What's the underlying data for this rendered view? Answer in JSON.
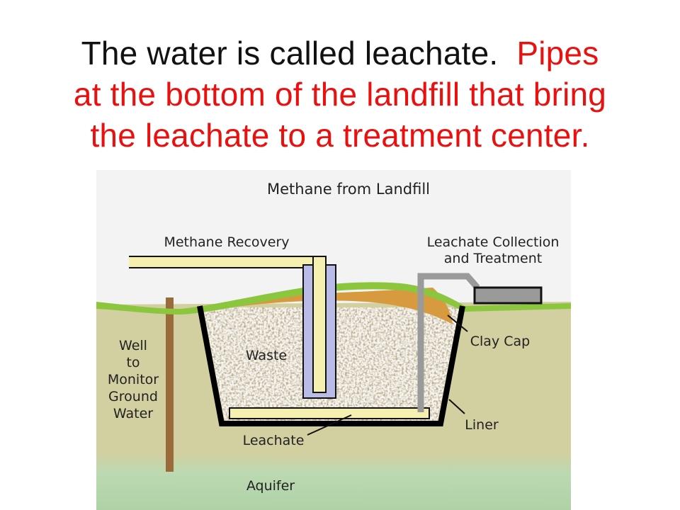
{
  "heading": {
    "black_text": "The water is called leachate.",
    "red_line1": "Pipes",
    "red_line2": "at the bottom of the landfill that bring",
    "red_line3": "the leachate to a treatment center."
  },
  "diagram": {
    "title": "Methane from Landfill",
    "labels": {
      "methane_recovery": "Methane Recovery",
      "leachate_collection_line1": "Leachate Collection",
      "leachate_collection_line2": "and Treatment",
      "well_line1": "Well",
      "well_line2": "to",
      "well_line3": "Monitor",
      "well_line4": "Ground",
      "well_line5": "Water",
      "waste": "Waste",
      "clay_cap": "Clay Cap",
      "liner": "Liner",
      "leachate": "Leachate",
      "aquifer": "Aquifer"
    },
    "colors": {
      "soil": "#d2cfa0",
      "grass": "#8cc63f",
      "clay": "#d79a3e",
      "waste": "#8a7654",
      "liner": "#000000",
      "methane_pipe": "#b8bce6",
      "leachate_pipe": "#f5f0b0",
      "collection_pipe": "#9a9a9a",
      "well": "#9a6a3a",
      "aquifer": "#b6d6ae"
    }
  }
}
